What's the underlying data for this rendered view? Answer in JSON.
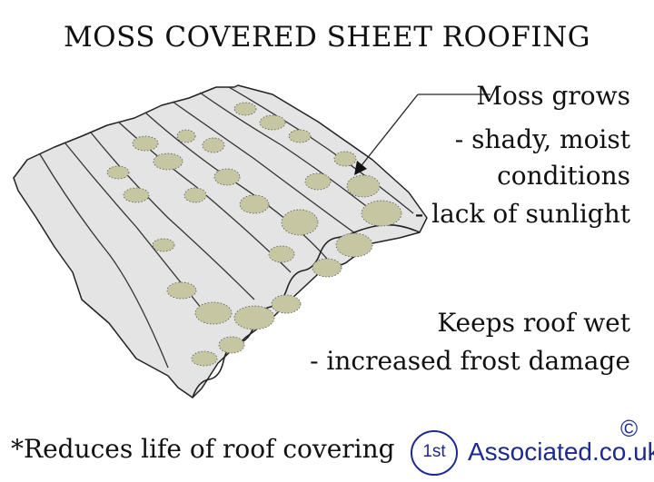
{
  "title": "MOSS COVERED SHEET ROOFING",
  "annotations": {
    "moss_lines": [
      "Moss grows",
      "- shady, moist",
      "conditions",
      "- lack of sunlight"
    ],
    "wet_lines": [
      "Keeps roof wet",
      "- increased frost damage"
    ]
  },
  "footnote": "*Reduces life of roof covering",
  "logo": {
    "badge": "1st",
    "text": "Associated.co.uk",
    "copyright": "©",
    "color": "#1d2b8f"
  },
  "colors": {
    "sheet": "#e4e4e4",
    "moss": "#c6c7a2",
    "outline": "#222222"
  }
}
